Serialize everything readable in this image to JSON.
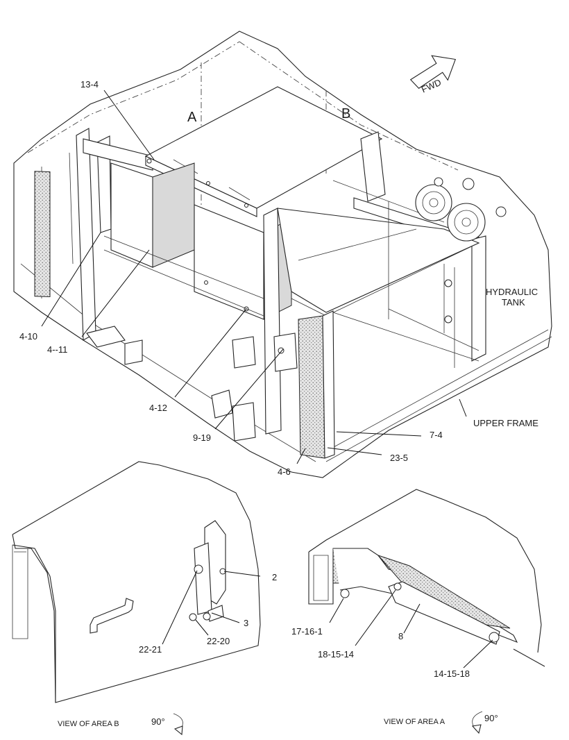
{
  "labels": {
    "area_a_marker": "A",
    "area_b_marker": "B",
    "fwd": "FWD",
    "hydraulic_tank_line1": "HYDRAULIC",
    "hydraulic_tank_line2": "TANK",
    "upper_frame": "UPPER FRAME"
  },
  "callouts": {
    "c13_4": "13-4",
    "c4_10": "4-10",
    "c4_11": "4--11",
    "c4_12": "4-12",
    "c9_19": "9-19",
    "c7_4": "7-4",
    "c23_5": "23-5",
    "c4_6": "4-6",
    "c2": "2",
    "c3": "3",
    "c22_21": "22-21",
    "c22_20": "22-20",
    "c17_16_1": "17-16-1",
    "c18_15_14": "18-15-14",
    "c8": "8",
    "c14_15_18": "14-15-18"
  },
  "captions": {
    "view_b": "VIEW OF AREA B",
    "view_a": "VIEW OF AREA A",
    "rotation_b": "90°",
    "rotation_a": "90°"
  },
  "icons": {
    "fwd_arrow": "arrow-icon",
    "rotate_cw": "rotate-clockwise-icon",
    "rotate_ccw": "rotate-counterclockwise-icon"
  }
}
